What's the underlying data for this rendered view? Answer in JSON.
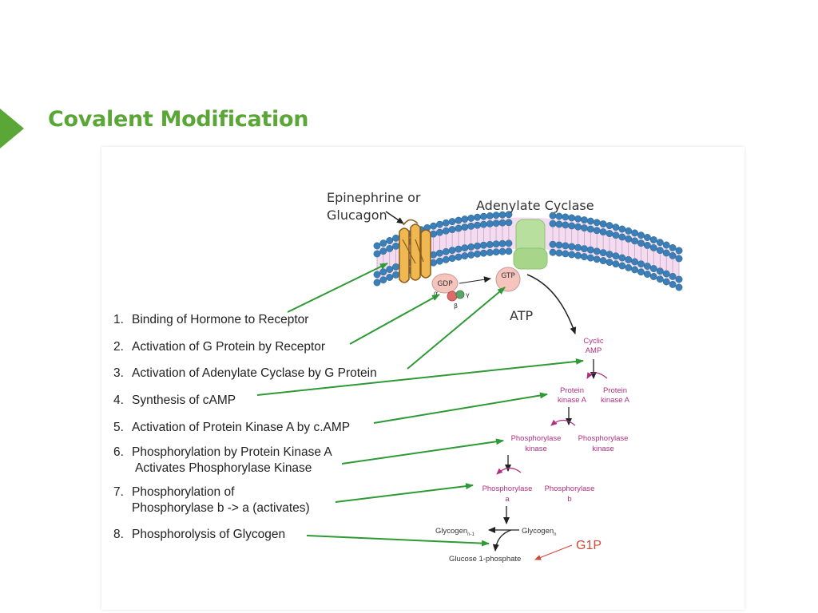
{
  "slide": {
    "title": "Covalent Modification"
  },
  "diagram": {
    "membrane_labels": {
      "hormone": [
        "Epinephrine or",
        "Glucagon"
      ],
      "enzyme": "Adenylate Cyclase",
      "atp": "ATP",
      "gdp": "GDP",
      "gtp": "GTP",
      "alpha": "α",
      "beta": "β",
      "gamma": "γ"
    },
    "steps": [
      {
        "num": "1.",
        "lines": [
          "Binding of Hormone to Receptor"
        ]
      },
      {
        "num": "2.",
        "lines": [
          "Activation of G Protein by Receptor"
        ]
      },
      {
        "num": "3.",
        "lines": [
          "Activation of Adenylate Cyclase by G Protein"
        ]
      },
      {
        "num": "4.",
        "lines": [
          "Synthesis of cAMP"
        ]
      },
      {
        "num": "5.",
        "lines": [
          "Activation of Protein Kinase A by c.AMP"
        ]
      },
      {
        "num": "6.",
        "lines": [
          "Phosphorylation by Protein Kinase A",
          "Activates Phosphorylase Kinase"
        ]
      },
      {
        "num": "7.",
        "lines": [
          "Phosphorylation of",
          "Phosphorylase b -> a (activates)"
        ]
      },
      {
        "num": "8.",
        "lines": [
          "Phosphorolysis of Glycogen"
        ]
      }
    ],
    "pathway": {
      "camp": [
        "Cyclic",
        "AMP"
      ],
      "pka_left": [
        "Protein",
        "kinase A"
      ],
      "pka_right": [
        "Protein",
        "kinase A"
      ],
      "phk_left": [
        "Phosphorylase",
        "kinase"
      ],
      "phk_right": [
        "Phosphorylase",
        "kinase"
      ],
      "ph_left": [
        "Phosphorylase",
        "a"
      ],
      "ph_right": [
        "Phosphorylase",
        "b"
      ],
      "glycogen_left": "Glycogen",
      "glycogen_left_sub": "n-1",
      "glycogen_right": "Glycogen",
      "glycogen_right_sub": "n",
      "g1p_full": "Glucose 1-phosphate",
      "g1p": "G1P"
    },
    "colors": {
      "arrow_green": "#2e9a35",
      "pathway_magenta": "#b0307e",
      "lipid_blue": "#3b7fb8",
      "g1p_red": "#d04a3c"
    }
  }
}
